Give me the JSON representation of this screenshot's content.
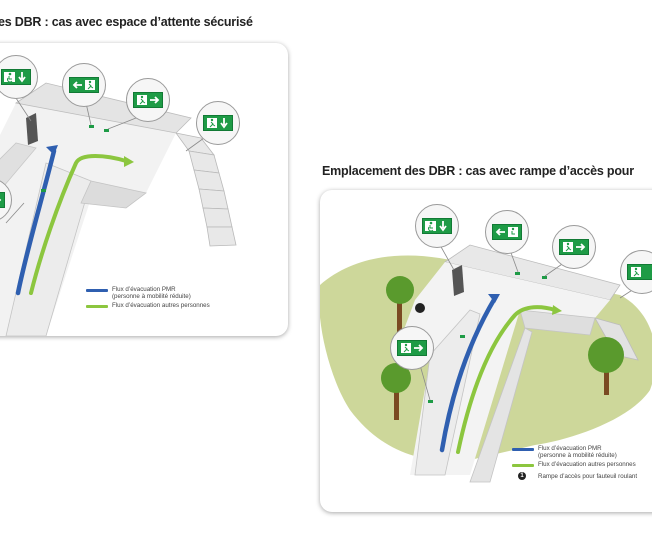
{
  "left_panel": {
    "title": "es DBR : cas avec espace d’attente sécurisé",
    "legend": {
      "blue_line": "Flux d’évacuation PMR",
      "blue_line_sub": "(personne à mobilité réduite)",
      "green_line": "Flux d’évacuation autres personnes"
    }
  },
  "right_panel": {
    "title": "Emplacement des DBR : cas avec rampe d’accès pour",
    "legend": {
      "blue_line": "Flux d’évacuation PMR",
      "blue_line_sub": "(personne à mobilité réduite)",
      "green_line": "Flux d’évacuation autres personnes",
      "ramp_number": "1",
      "ramp": "Rampe d’accès pour fauteuil roulant"
    }
  },
  "colors": {
    "blue_flow": "#2f5fb0",
    "green_flow": "#8cc63f",
    "sign_green": "#1e9b46",
    "lawn": "#cdd79a",
    "tree": "#5a9a2d",
    "wall": "#e6e6e6"
  },
  "icons": [
    "exit-sign-icon",
    "wheelchair-icon",
    "arrow-down-icon",
    "arrow-left-icon",
    "arrow-right-icon",
    "running-man-icon",
    "tree-icon"
  ]
}
